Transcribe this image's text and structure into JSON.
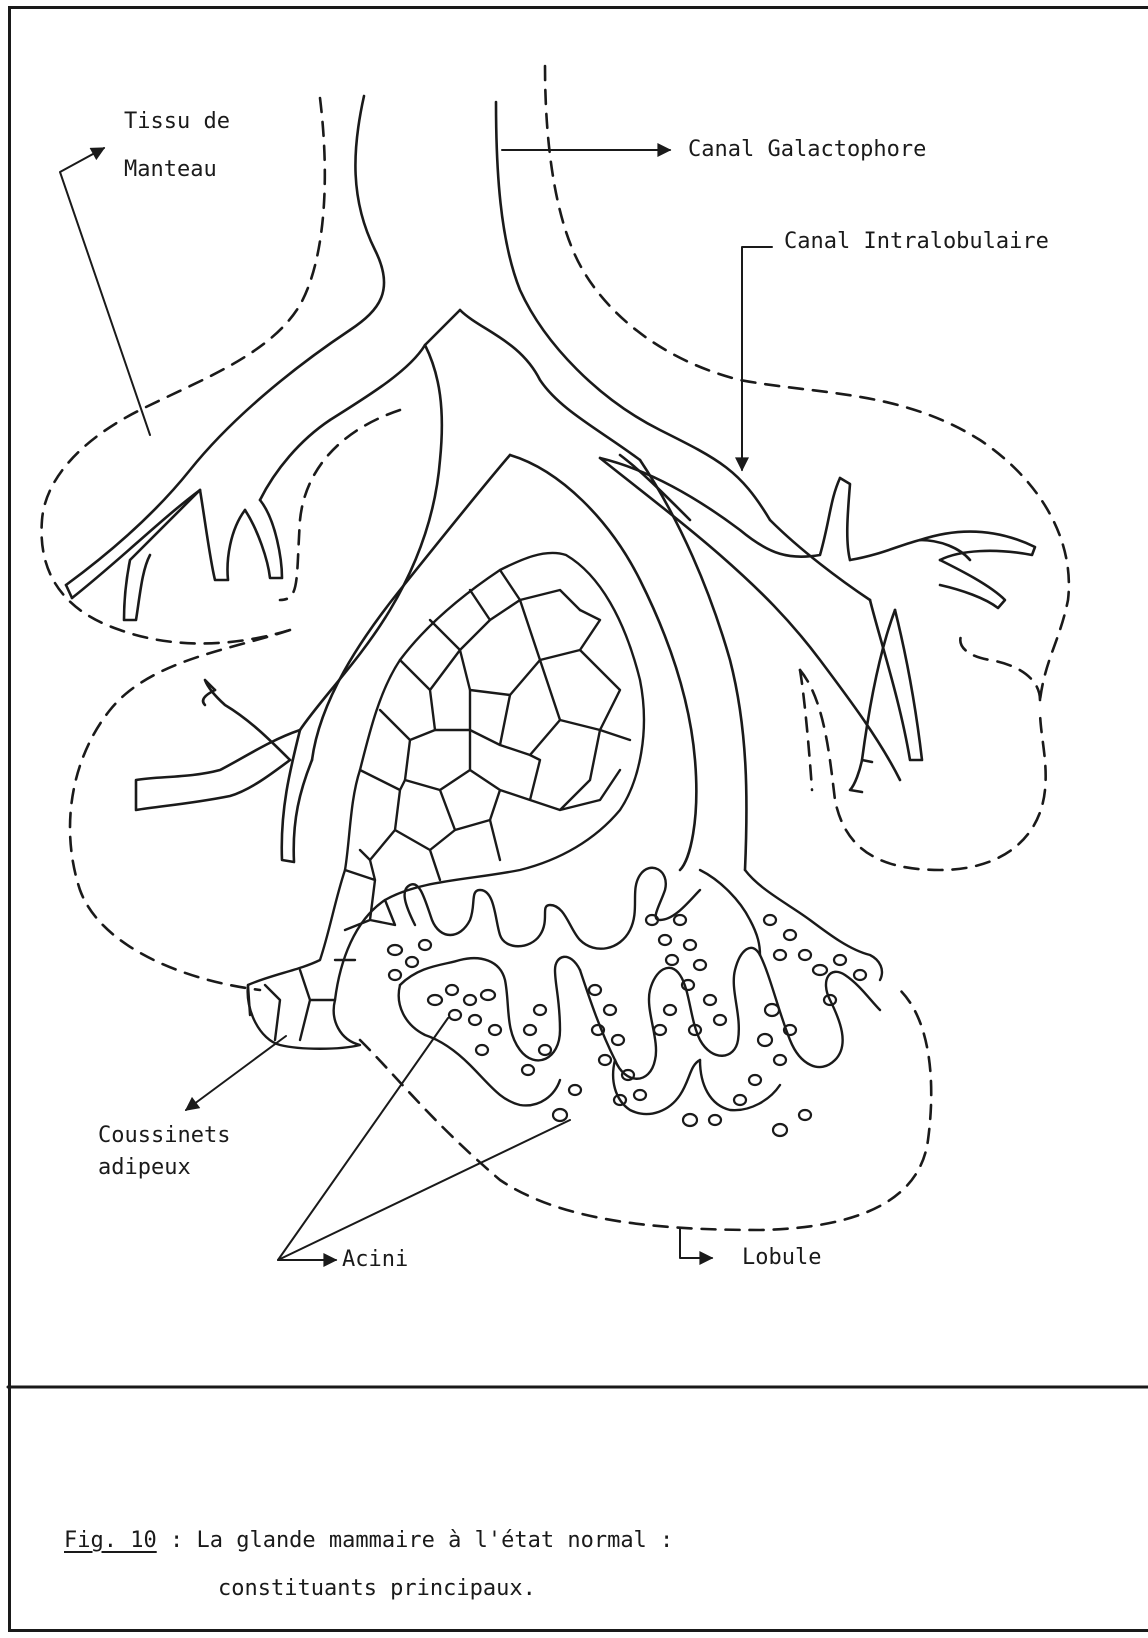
{
  "labels": {
    "tissu_line1": "Tissu de",
    "tissu_line2": "Manteau",
    "canal_galactophore": "Canal Galactophore",
    "canal_intralobulaire": "Canal Intralobulaire",
    "coussinets_line1": "Coussinets",
    "coussinets_line2": "adipeux",
    "acini": "Acini",
    "lobule": "Lobule"
  },
  "caption": {
    "figure_ref": "Fig. 10",
    "separator": " : ",
    "line1": "La glande mammaire à l'état normal :",
    "line2": "constituants principaux."
  },
  "colors": {
    "ink": "#1a1a1a",
    "paper": "#ffffff"
  }
}
